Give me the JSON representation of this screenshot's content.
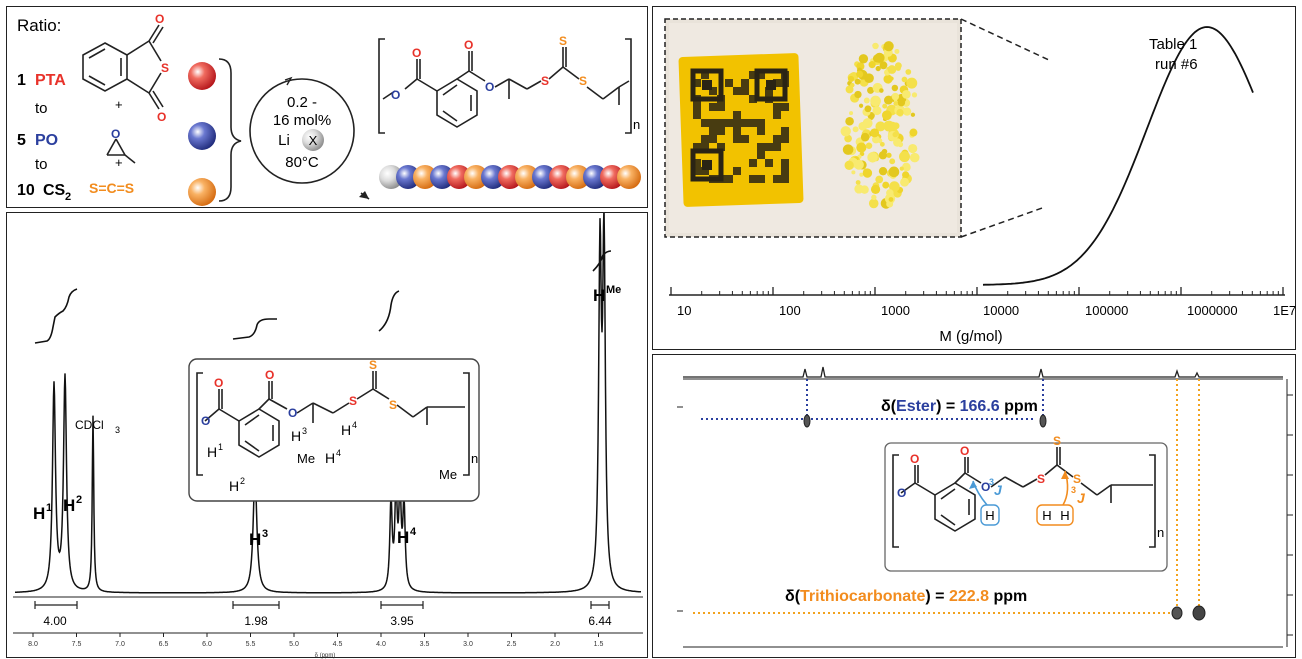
{
  "scheme": {
    "ratio_label": "Ratio:",
    "pta_num": "1",
    "pta_label": "PTA",
    "to1": "to",
    "plus1": "+",
    "po_num": "5",
    "po_label": "PO",
    "to2": "to",
    "plus2": "+",
    "cs2_num": "10",
    "cs2_label": "CS",
    "cs2_sub": "2",
    "cs2_formula": "S=C=S",
    "catalyst_line1": "0.2 -",
    "catalyst_line2": "16 mol%",
    "catalyst_li": "Li",
    "catalyst_x": "X",
    "catalyst_temp": "80°C",
    "subscript_n": "n",
    "atom_O": "O",
    "atom_S": "S",
    "colors": {
      "red": "#e8322a",
      "blue": "#2b3f9e",
      "orange": "#f28c1e",
      "gray": "#c9c9c9"
    }
  },
  "gpc": {
    "annotation_line1": "Table 1",
    "annotation_line2": "run #6",
    "xlabel": "M (g/mol)",
    "xticks": [
      "10",
      "100",
      "1000",
      "10000",
      "100000",
      "1000000",
      "1E7"
    ]
  },
  "nmr1h": {
    "peaks": {
      "H1": "H",
      "H1_sup": "1",
      "H2": "H",
      "H2_sup": "2",
      "H3": "H",
      "H3_sup": "3",
      "H4": "H",
      "H4_sup": "4",
      "HMe": "H",
      "HMe_sup": "Me"
    },
    "solvent": "CDCl",
    "solvent_sub": "3",
    "integrals": [
      "4.00",
      "1.98",
      "3.95",
      "6.44"
    ],
    "struct_labels": {
      "h1": "H",
      "h1s": "1",
      "h2": "H",
      "h2s": "2",
      "h3": "H",
      "h3s": "3",
      "h4a": "H",
      "h4as": "4",
      "h4b": "H",
      "h4bs": "4",
      "me1": "Me",
      "me2": "Me"
    },
    "axis_ticks": [
      "8.0",
      "7.5",
      "7.0",
      "6.5",
      "6.0",
      "5.5",
      "5.0",
      "4.5",
      "4.0",
      "3.5",
      "3.0",
      "2.5",
      "2.0",
      "1.5"
    ],
    "axis_label": "δ (ppm)"
  },
  "hmbc": {
    "ester_delta": "δ(",
    "ester_name": "Ester",
    "ester_eq": ") = ",
    "ester_value": "166.6",
    "ester_unit": " ppm",
    "tc_delta": "δ(",
    "tc_name": "Trithiocarbonate",
    "tc_eq": ") = ",
    "tc_value": "222.8",
    "tc_unit": " ppm",
    "j_label": "J",
    "j_sup": "3",
    "H": "H"
  }
}
